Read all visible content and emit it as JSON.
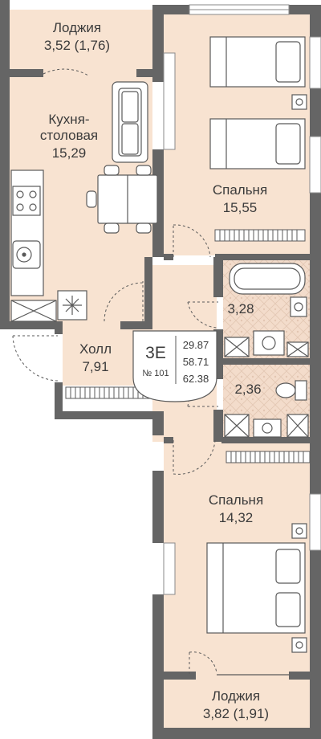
{
  "colors": {
    "wall": "#656565",
    "floor": "#f8e3d1",
    "bath_tile": "#f3dccb",
    "furniture_stroke": "#5a5a5a",
    "text": "#3b3b3b"
  },
  "rooms": {
    "loggia_top": {
      "name": "Лоджия",
      "area": "3,52 (1,76)"
    },
    "kitchen": {
      "name_line1": "Кухня-",
      "name_line2": "столовая",
      "area": "15,29"
    },
    "bedroom_top": {
      "name": "Спальня",
      "area": "15,55"
    },
    "bath": {
      "area": "3,28"
    },
    "hall": {
      "name": "Холл",
      "area": "7,91"
    },
    "wc": {
      "area": "2,36"
    },
    "bedroom_bottom": {
      "name": "Спальня",
      "area": "14,32"
    },
    "loggia_bottom": {
      "name": "Лоджия",
      "area": "3,82 (1,91)"
    }
  },
  "badge": {
    "type": "3Е",
    "number": "№ 101",
    "living_area": "29.87",
    "total_area": "58.71",
    "area_with_loggia": "62.38"
  }
}
